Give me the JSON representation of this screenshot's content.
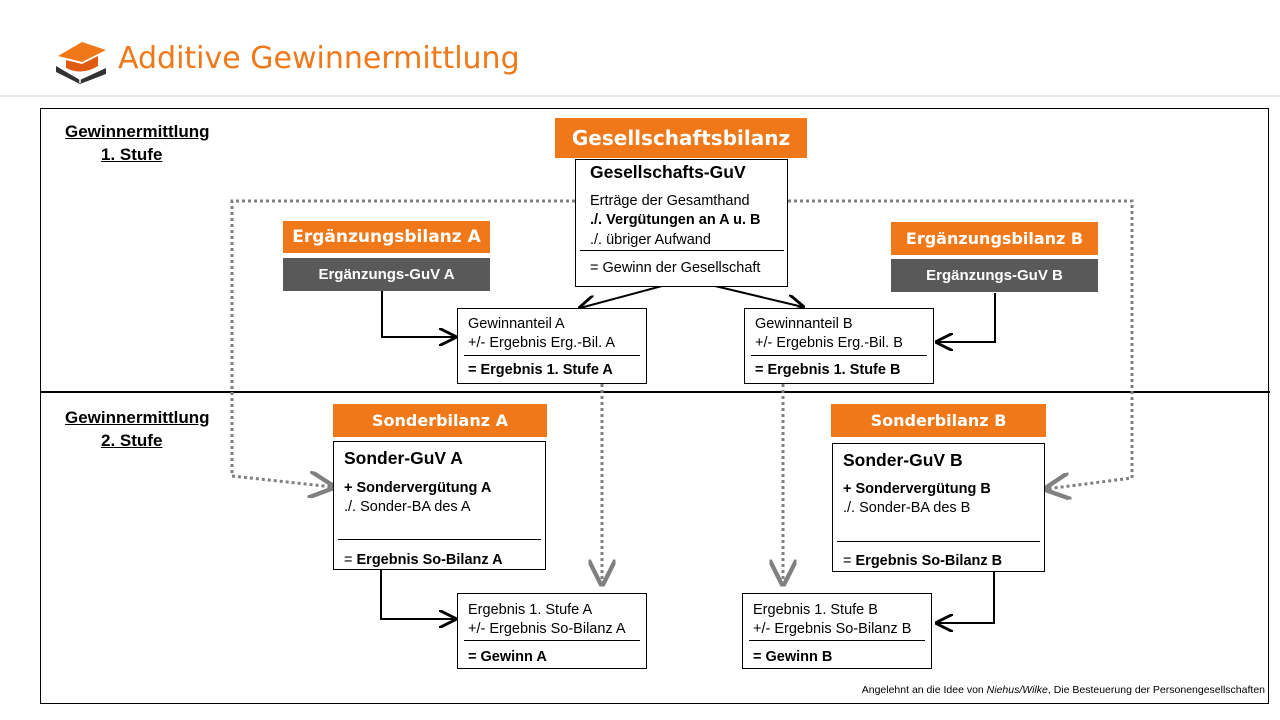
{
  "title": "Additive Gewinnermittlung",
  "colors": {
    "accent": "#f07818",
    "dark_bar": "#595959",
    "connector_dotted": "#808080"
  },
  "stage1": {
    "line1": "Gewinnermittlung",
    "line2": "1. Stufe"
  },
  "stage2": {
    "line1": "Gewinnermittlung",
    "line2": "2. Stufe"
  },
  "gesellschaft": {
    "bilanz": "Gesellschaftsbilanz",
    "guv_title": "Gesellschafts-GuV",
    "ertraege": "Erträge der Gesamthand",
    "verguetungen": "./. Vergütungen an A u. B",
    "aufwand": "./. übriger Aufwand",
    "gewinn": "= Gewinn der Gesellschaft"
  },
  "ergaenzung_a": {
    "bilanz": "Ergänzungsbilanz  A",
    "guv": "Ergänzungs-GuV A"
  },
  "ergaenzung_b": {
    "bilanz": "Ergänzungsbilanz  B",
    "guv": "Ergänzungs-GuV B"
  },
  "stufe1_a": {
    "line1": "Gewinnanteil  A",
    "line2": "+/-  Ergebnis Erg.-Bil. A",
    "result": "= Ergebnis 1. Stufe A"
  },
  "stufe1_b": {
    "line1": "Gewinnanteil  B",
    "line2": "+/-  Ergebnis Erg.-Bil. B",
    "result": "= Ergebnis 1. Stufe B"
  },
  "sonder_a": {
    "bilanz": "Sonderbilanz  A",
    "guv_title": "Sonder-GuV A",
    "verguetung": "+ Sondervergütung A",
    "ba": "./.  Sonder-BA des A",
    "result_prefix": "= ",
    "result": "Ergebnis So-Bilanz A"
  },
  "sonder_b": {
    "bilanz": "Sonderbilanz  B",
    "guv_title": "Sonder-GuV B",
    "verguetung": "+ Sondervergütung B",
    "ba": "./.  Sonder-BA des B",
    "result_prefix": "= ",
    "result": "Ergebnis So-Bilanz B"
  },
  "gewinn_a": {
    "line1": "Ergebnis 1. Stufe A",
    "line2": "+/- Ergebnis So-Bilanz A",
    "result": "= Gewinn A"
  },
  "gewinn_b": {
    "line1": "Ergebnis 1. Stufe B",
    "line2": "+/- Ergebnis So-Bilanz B",
    "result": "= Gewinn B"
  },
  "source_note": {
    "prefix": "Angelehnt an die Idee von ",
    "authors": "Niehus/Wilke",
    "suffix": ", Die Besteuerung der Personengesellschaften"
  }
}
